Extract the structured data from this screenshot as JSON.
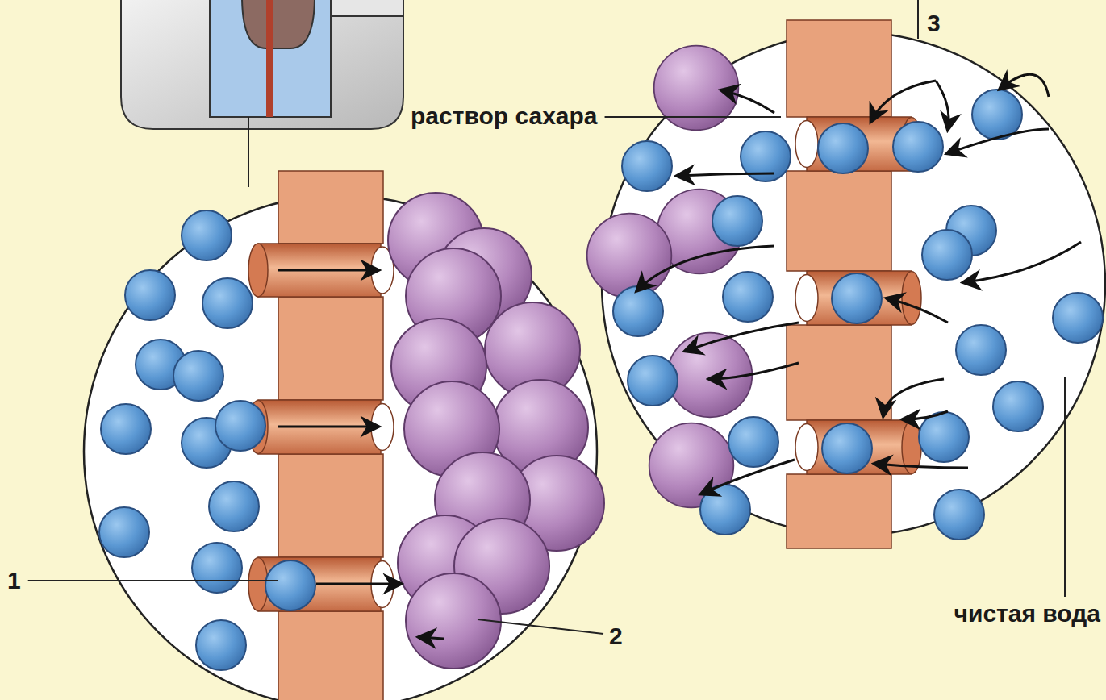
{
  "diagram": {
    "labels": [
      "3",
      "раствор сахара",
      "1",
      "чистая вода",
      "2"
    ]
  }
}
